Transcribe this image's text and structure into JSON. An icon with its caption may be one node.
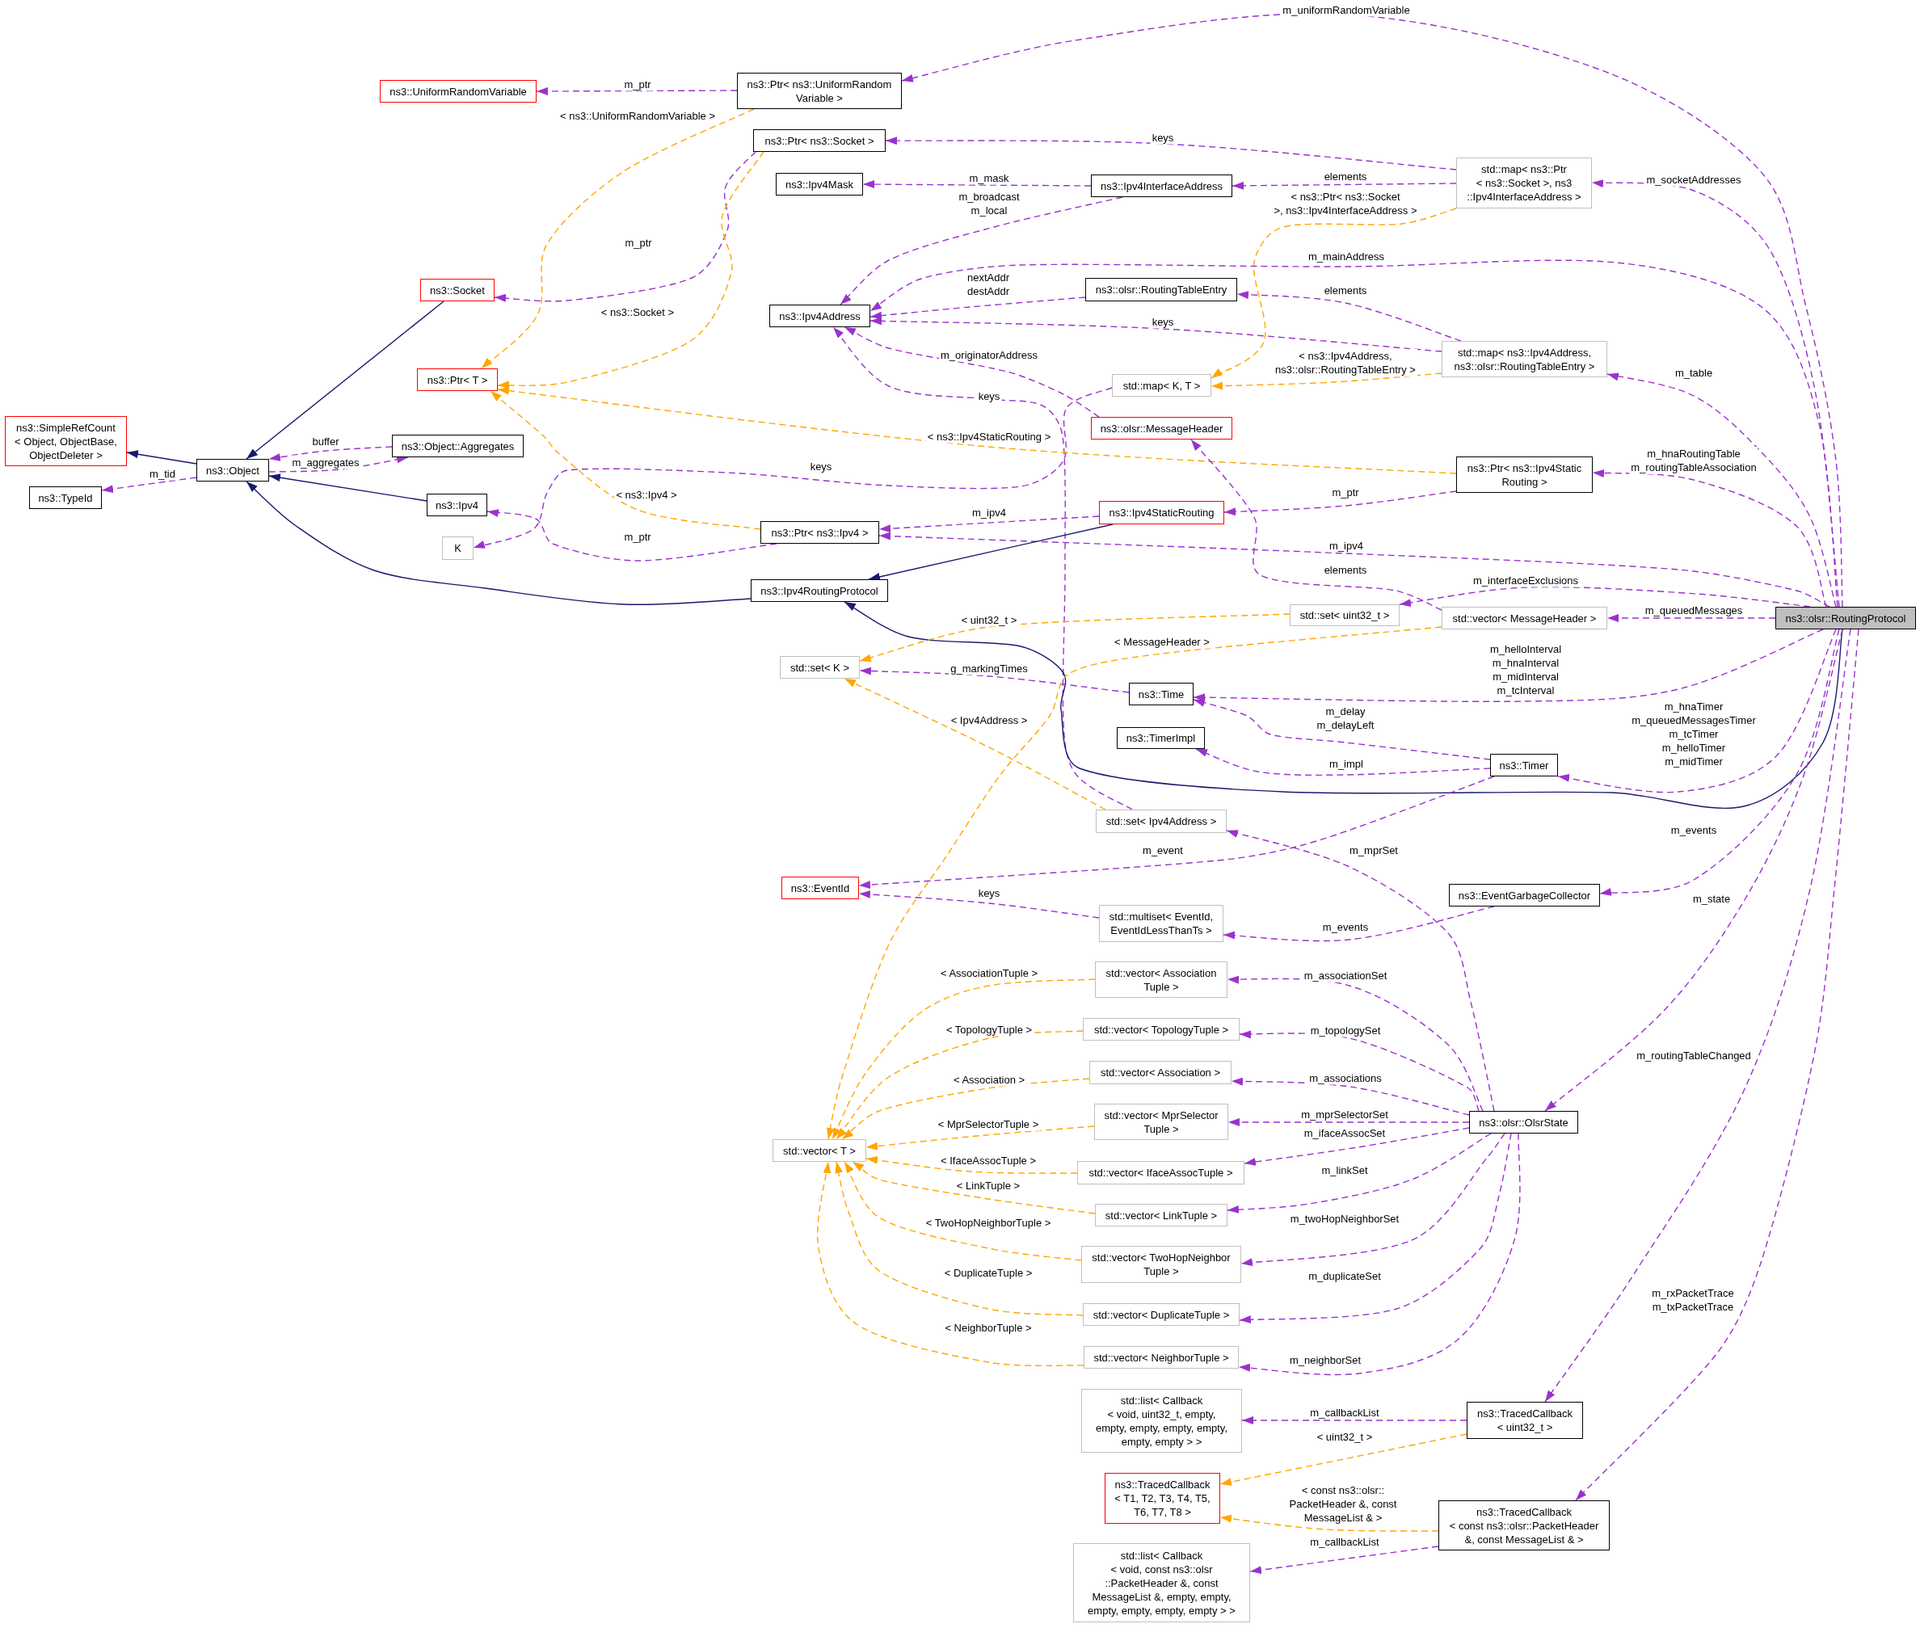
{
  "diagram": {
    "nodes": [
      {
        "text": [
          "ns3::Ptr< ns3::UniformRandom Variable >"
        ]
      },
      {
        "text": [
          "ns3::UniformRandomVariable"
        ]
      },
      {
        "text": [
          "ns3::Ptr< ns3::Socket >"
        ]
      },
      {
        "text": [
          "ns3::Ipv4Mask"
        ]
      },
      {
        "text": [
          "ns3::Ipv4InterfaceAddress"
        ]
      },
      {
        "text": [
          "std::map< ns3::Ptr < ns3::Socket >, ns3 ::Ipv4InterfaceAddress >"
        ]
      },
      {
        "text": [
          "ns3::Socket"
        ]
      },
      {
        "text": [
          "ns3::Ipv4Address"
        ]
      },
      {
        "text": [
          "ns3::olsr::RoutingTableEntry"
        ]
      },
      {
        "text": [
          "std::map< ns3::Ipv4Address, ns3::olsr::RoutingTableEntry >"
        ]
      },
      {
        "text": [
          "ns3::Ptr< T >"
        ]
      },
      {
        "text": [
          "std::map< K, T >"
        ]
      },
      {
        "text": [
          "ns3::olsr::MessageHeader"
        ]
      },
      {
        "text": [
          "ns3::SimpleRefCount < Object, ObjectBase, ObjectDeleter >"
        ]
      },
      {
        "text": [
          "ns3::Object::Aggregates"
        ]
      },
      {
        "text": [
          "ns3::Object"
        ]
      },
      {
        "text": [
          "ns3::TypeId"
        ]
      },
      {
        "text": [
          "ns3::Ptr< ns3::Ipv4Static Routing >"
        ]
      },
      {
        "text": [
          "ns3::Ipv4"
        ]
      },
      {
        "text": [
          "ns3::Ipv4StaticRouting"
        ]
      },
      {
        "text": [
          "ns3::Ptr< ns3::Ipv4 >"
        ]
      },
      {
        "text": [
          "K"
        ]
      },
      {
        "text": [
          "ns3::Ipv4RoutingProtocol"
        ]
      },
      {
        "text": [
          "std::set< uint32_t >"
        ]
      },
      {
        "text": [
          "std::vector< MessageHeader >"
        ]
      },
      {
        "text": [
          "ns3::olsr::RoutingProtocol"
        ]
      },
      {
        "text": [
          "std::set< K >"
        ]
      },
      {
        "text": [
          "ns3::Time"
        ]
      },
      {
        "text": [
          "ns3::TimerImpl"
        ]
      },
      {
        "text": [
          "ns3::Timer"
        ]
      },
      {
        "text": [
          "std::set< Ipv4Address >"
        ]
      },
      {
        "text": [
          "ns3::EventId"
        ]
      },
      {
        "text": [
          "ns3::EventGarbageCollector"
        ]
      },
      {
        "text": [
          "std::multiset< EventId, EventIdLessThanTs >"
        ]
      },
      {
        "text": [
          "std::vector< Association Tuple >"
        ]
      },
      {
        "text": [
          "std::vector< TopologyTuple >"
        ]
      },
      {
        "text": [
          "std::vector< Association >"
        ]
      },
      {
        "text": [
          "ns3::olsr::OlsrState"
        ]
      },
      {
        "text": [
          "std::vector< MprSelector Tuple >"
        ]
      },
      {
        "text": [
          "std::vector< T >"
        ]
      },
      {
        "text": [
          "std::vector< IfaceAssocTuple >"
        ]
      },
      {
        "text": [
          "std::vector< LinkTuple >"
        ]
      },
      {
        "text": [
          "std::vector< TwoHopNeighbor Tuple >"
        ]
      },
      {
        "text": [
          "std::vector< DuplicateTuple >"
        ]
      },
      {
        "text": [
          "std::vector< NeighborTuple >"
        ]
      },
      {
        "text": [
          "std::list< Callback < void, uint32_t, empty, empty, empty, empty, empty, empty, empty > >"
        ]
      },
      {
        "text": [
          "ns3::TracedCallback < uint32_t >"
        ]
      },
      {
        "text": [
          "ns3::TracedCallback < T1, T2, T3, T4, T5, T6, T7, T8 >"
        ]
      },
      {
        "text": [
          "ns3::TracedCallback < const ns3::olsr::PacketHeader &, const MessageList & >"
        ]
      },
      {
        "text": [
          "std::list< Callback < void, const ns3::olsr ::PacketHeader &, const MessageList &, empty, empty, empty, empty, empty, empty > >"
        ]
      }
    ],
    "edges": [
      {
        "from": 0,
        "to": 1,
        "arrow": "to",
        "label": "m_ptr",
        "style": "dashed"
      },
      {
        "from": 25,
        "to": 0,
        "arrow": "to",
        "label": "m_uniformRandomVariable",
        "style": "dashed"
      },
      {
        "from": 0,
        "to": 10,
        "arrow": "to",
        "label": "< ns3::UniformRandomVariable >",
        "style": "dashed",
        "color": "#ffa500"
      },
      {
        "from": 5,
        "to": 2,
        "arrow": "to",
        "label": "keys",
        "style": "dashed"
      },
      {
        "from": 5,
        "to": 4,
        "arrow": "to",
        "label": "elements",
        "style": "dashed"
      },
      {
        "from": 4,
        "to": 3,
        "arrow": "to",
        "label": "m_mask",
        "style": "dashed"
      },
      {
        "from": 4,
        "to": 7,
        "arrow": "to",
        "label": "m_broadcast m_local",
        "style": "dashed"
      },
      {
        "from": 25,
        "to": 5,
        "arrow": "to",
        "label": "m_socketAddresses",
        "style": "dashed"
      },
      {
        "from": 2,
        "to": 6,
        "arrow": "to",
        "label": "m_ptr",
        "style": "dashed"
      },
      {
        "from": 2,
        "to": 10,
        "arrow": "to",
        "label": "< ns3::Socket >",
        "style": "dashed",
        "color": "#ffa500"
      },
      {
        "from": 25,
        "to": 7,
        "arrow": "to",
        "label": "m_mainAddress",
        "style": "dashed"
      },
      {
        "from": 8,
        "to": 7,
        "arrow": "to",
        "label": "nextAddr destAddr",
        "style": "dashed"
      },
      {
        "from": 9,
        "to": 7,
        "arrow": "to",
        "label": "keys",
        "style": "dashed"
      },
      {
        "from": 9,
        "to": 8,
        "arrow": "to",
        "label": "elements",
        "style": "dashed"
      },
      {
        "from": 25,
        "to": 9,
        "arrow": "to",
        "label": "m_table",
        "style": "dashed"
      },
      {
        "from": 12,
        "to": 7,
        "arrow": "to",
        "label": "m_originatorAddress",
        "style": "dashed"
      },
      {
        "from": 30,
        "to": 7,
        "arrow": "to",
        "label": "keys",
        "style": "dashed"
      },
      {
        "from": 11,
        "to": 21,
        "arrow": "to",
        "label": "keys",
        "style": "dashed"
      },
      {
        "from": 5,
        "to": 11,
        "arrow": "to",
        "label": "< ns3::Ptr< ns3::Socket >, ns3::Ipv4InterfaceAddress >",
        "style": "dashed",
        "color": "#ffa500"
      },
      {
        "from": 9,
        "to": 11,
        "arrow": "to",
        "label": "< ns3::Ipv4Address, ns3::olsr::RoutingTableEntry >",
        "style": "dashed",
        "color": "#ffa500"
      },
      {
        "from": 14,
        "to": 15,
        "arrow": "to",
        "label": "buffer",
        "style": "dashed"
      },
      {
        "from": 15,
        "to": 14,
        "arrow": "to",
        "label": "m_aggregates",
        "style": "dashed"
      },
      {
        "from": 15,
        "to": 13,
        "arrow": "to",
        "color": "#191970"
      },
      {
        "from": 15,
        "to": 16,
        "arrow": "to",
        "label": "m_tid",
        "style": "dashed"
      },
      {
        "from": 6,
        "to": 15,
        "arrow": "to",
        "color": "#191970"
      },
      {
        "from": 18,
        "to": 15,
        "arrow": "to",
        "color": "#191970"
      },
      {
        "from": 22,
        "to": 15,
        "arrow": "to",
        "color": "#191970"
      },
      {
        "from": 17,
        "to": 10,
        "arrow": "to",
        "label": "< ns3::Ipv4StaticRouting >",
        "style": "dashed",
        "color": "#ffa500"
      },
      {
        "from": 20,
        "to": 10,
        "arrow": "to",
        "label": "< ns3::Ipv4 >",
        "style": "dashed",
        "color": "#ffa500"
      },
      {
        "from": 20,
        "to": 18,
        "arrow": "to",
        "label": "m_ptr",
        "style": "dashed"
      },
      {
        "from": 19,
        "to": 20,
        "arrow": "to",
        "label": "m_ipv4",
        "style": "dashed"
      },
      {
        "from": 25,
        "to": 20,
        "arrow": "to",
        "label": "m_ipv4",
        "style": "dashed"
      },
      {
        "from": 17,
        "to": 19,
        "arrow": "to",
        "label": "m_ptr",
        "style": "dashed"
      },
      {
        "from": 25,
        "to": 17,
        "arrow": "to",
        "label": "m_hnaRoutingTable m_routingTableAssociation",
        "style": "dashed"
      },
      {
        "from": 19,
        "to": 22,
        "arrow": "to",
        "color": "#191970"
      },
      {
        "from": 25,
        "to": 22,
        "arrow": "to",
        "color": "#191970"
      },
      {
        "from": 24,
        "to": 12,
        "arrow": "to",
        "label": "elements",
        "style": "dashed"
      },
      {
        "from": 25,
        "to": 23,
        "arrow": "to",
        "label": "m_interfaceExclusions",
        "style": "dashed"
      },
      {
        "from": 25,
        "to": 24,
        "arrow": "to",
        "label": "m_queuedMessages",
        "style": "dashed"
      },
      {
        "from": 23,
        "to": 26,
        "arrow": "to",
        "label": "< uint32_t >",
        "style": "dashed",
        "color": "#ffa500"
      },
      {
        "from": 27,
        "to": 26,
        "arrow": "to",
        "label": "g_markingTimes",
        "style": "dashed"
      },
      {
        "from": 24,
        "to": 39,
        "arrow": "to",
        "label": "< MessageHeader >",
        "style": "dashed",
        "color": "#ffa500"
      },
      {
        "from": 30,
        "to": 26,
        "arrow": "to",
        "label": "< Ipv4Address >",
        "style": "dashed",
        "color": "#ffa500"
      },
      {
        "from": 25,
        "to": 27,
        "arrow": "to",
        "label": "m_helloInterval m_hnaInterval m_midInterval m_tcInterval",
        "style": "dashed"
      },
      {
        "from": 29,
        "to": 27,
        "arrow": "to",
        "label": "m_delay m_delayLeft",
        "style": "dashed"
      },
      {
        "from": 29,
        "to": 28,
        "arrow": "to",
        "label": "m_impl",
        "style": "dashed"
      },
      {
        "from": 25,
        "to": 29,
        "arrow": "to",
        "label": "m_hnaTimer m_queuedMessagesTimer m_tcTimer m_helloTimer m_midTimer",
        "style": "dashed"
      },
      {
        "from": 29,
        "to": 31,
        "arrow": "to",
        "label": "m_event",
        "style": "dashed"
      },
      {
        "from": 37,
        "to": 30,
        "arrow": "to",
        "label": "m_mprSet",
        "style": "dashed"
      },
      {
        "from": 25,
        "to": 32,
        "arrow": "to",
        "label": "m_events",
        "style": "dashed"
      },
      {
        "from": 32,
        "to": 33,
        "arrow": "to",
        "label": "m_events",
        "style": "dashed"
      },
      {
        "from": 33,
        "to": 31,
        "arrow": "to",
        "label": "keys",
        "style": "dashed"
      },
      {
        "from": 25,
        "to": 37,
        "arrow": "to",
        "label": "m_state",
        "style": "dashed"
      },
      {
        "from": 37,
        "to": 34,
        "arrow": "to",
        "label": "m_associationSet",
        "style": "dashed"
      },
      {
        "from": 37,
        "to": 35,
        "arrow": "to",
        "label": "m_topologySet",
        "style": "dashed"
      },
      {
        "from": 37,
        "to": 36,
        "arrow": "to",
        "label": "m_associations",
        "style": "dashed"
      },
      {
        "from": 37,
        "to": 38,
        "arrow": "to",
        "label": "m_mprSelectorSet",
        "style": "dashed"
      },
      {
        "from": 37,
        "to": 40,
        "arrow": "to",
        "label": "m_ifaceAssocSet",
        "style": "dashed"
      },
      {
        "from": 37,
        "to": 41,
        "arrow": "to",
        "label": "m_linkSet",
        "style": "dashed"
      },
      {
        "from": 37,
        "to": 42,
        "arrow": "to",
        "label": "m_twoHopNeighborSet",
        "style": "dashed"
      },
      {
        "from": 37,
        "to": 43,
        "arrow": "to",
        "label": "m_duplicateSet",
        "style": "dashed"
      },
      {
        "from": 37,
        "to": 44,
        "arrow": "to",
        "label": "m_neighborSet",
        "style": "dashed"
      },
      {
        "from": 34,
        "to": 39,
        "arrow": "to",
        "label": "< AssociationTuple >",
        "style": "dashed",
        "color": "#ffa500"
      },
      {
        "from": 35,
        "to": 39,
        "arrow": "to",
        "label": "< TopologyTuple >",
        "style": "dashed",
        "color": "#ffa500"
      },
      {
        "from": 36,
        "to": 39,
        "arrow": "to",
        "label": "< Association >",
        "style": "dashed",
        "color": "#ffa500"
      },
      {
        "from": 38,
        "to": 39,
        "arrow": "to",
        "label": "< MprSelectorTuple >",
        "style": "dashed",
        "color": "#ffa500"
      },
      {
        "from": 40,
        "to": 39,
        "arrow": "to",
        "label": "< IfaceAssocTuple >",
        "style": "dashed",
        "color": "#ffa500"
      },
      {
        "from": 41,
        "to": 39,
        "arrow": "to",
        "label": "< LinkTuple >",
        "style": "dashed",
        "color": "#ffa500"
      },
      {
        "from": 42,
        "to": 39,
        "arrow": "to",
        "label": "< TwoHopNeighborTuple >",
        "style": "dashed",
        "color": "#ffa500"
      },
      {
        "from": 43,
        "to": 39,
        "arrow": "to",
        "label": "< DuplicateTuple >",
        "style": "dashed",
        "color": "#ffa500"
      },
      {
        "from": 44,
        "to": 39,
        "arrow": "to",
        "label": "< NeighborTuple >",
        "style": "dashed",
        "color": "#ffa500"
      },
      {
        "from": 25,
        "to": 46,
        "arrow": "to",
        "label": "m_routingTableChanged",
        "style": "dashed"
      },
      {
        "from": 46,
        "to": 45,
        "arrow": "to",
        "label": "m_callbackList",
        "style": "dashed"
      },
      {
        "from": 46,
        "to": 47,
        "arrow": "to",
        "label": "< uint32_t >",
        "style": "dashed",
        "color": "#ffa500"
      },
      {
        "from": 25,
        "to": 48,
        "arrow": "to",
        "label": "m_rxPacketTrace m_txPacketTrace",
        "style": "dashed"
      },
      {
        "from": 48,
        "to": 47,
        "arrow": "to",
        "label": "< const ns3::olsr:: PacketHeader &, const MessageList & >",
        "style": "dashed",
        "color": "#ffa500"
      },
      {
        "from": 48,
        "to": 49,
        "arrow": "to",
        "label": "m_callbackList",
        "style": "dashed"
      }
    ]
  }
}
